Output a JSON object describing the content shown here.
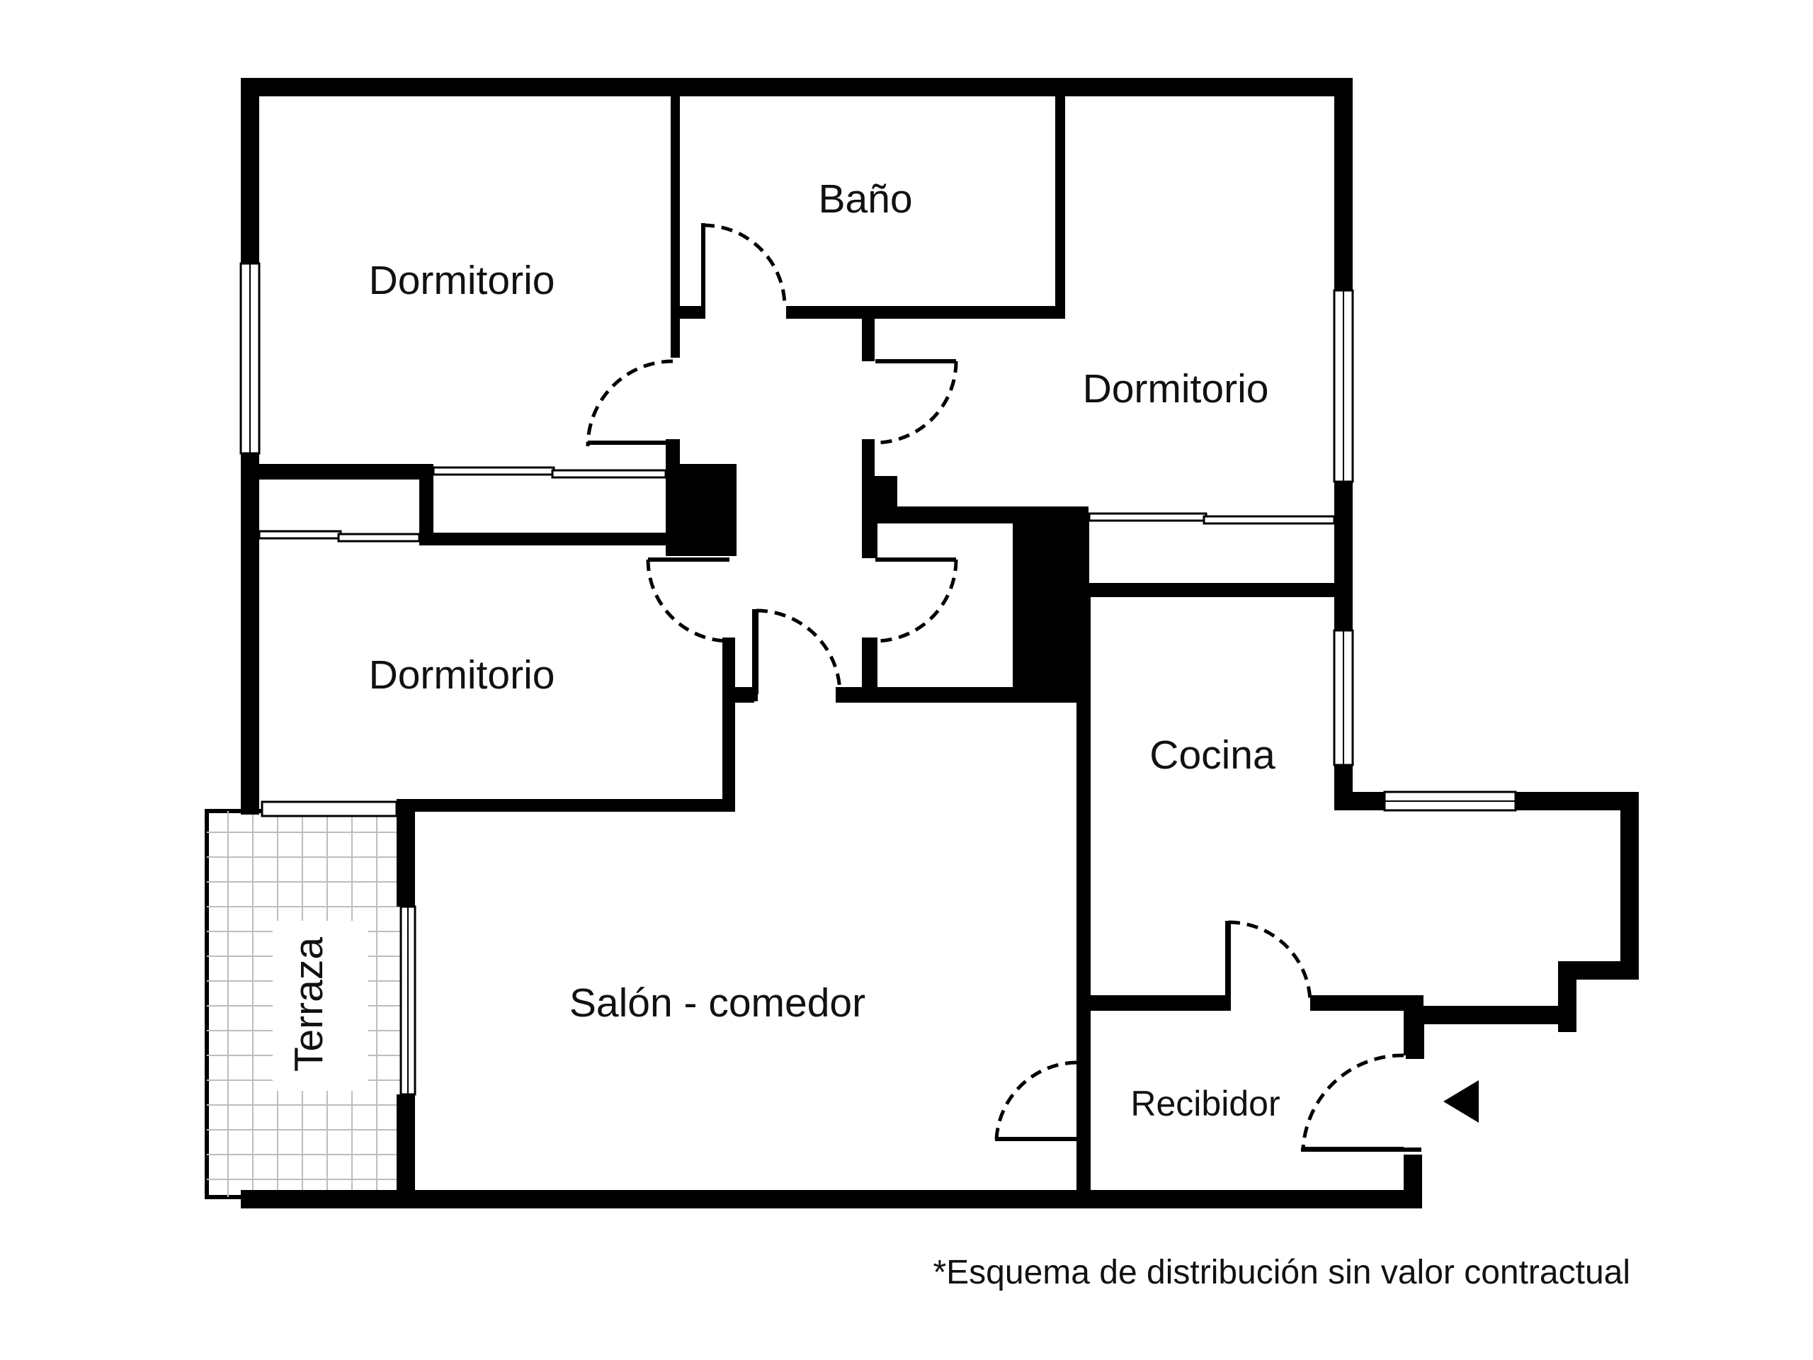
{
  "rooms": {
    "dormitorio_top_left": "Dormitorio",
    "bano": "Baño",
    "dormitorio_right": "Dormitorio",
    "dormitorio_left": "Dormitorio",
    "cocina": "Cocina",
    "terraza": "Terraza",
    "salon": "Salón - comedor",
    "recibidor": "Recibidor"
  },
  "disclaimer": "*Esquema de distribución sin valor contractual",
  "colors": {
    "wall": "#000000",
    "background": "#ffffff",
    "terrace_grid": "#bdbdbd"
  },
  "icons": {
    "entrance": "entrance-arrow-icon"
  }
}
